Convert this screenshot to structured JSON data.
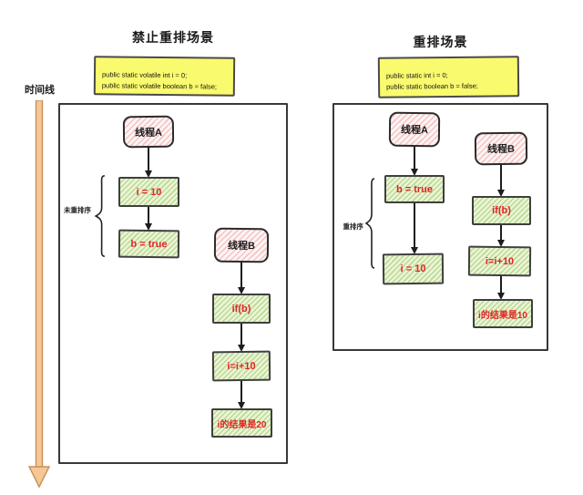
{
  "timeline": {
    "label": "时间线"
  },
  "panels": {
    "left": {
      "title": "禁止重排场景",
      "code_line1": "public static  volatile int i = 0;",
      "code_line2": "public static  volatile boolean b = false;",
      "bracket_label": "未重排序",
      "thread_a_label": "线程A",
      "thread_a_step1": "i = 10",
      "thread_a_step2": "b = true",
      "thread_b_label": "线程B",
      "thread_b_step1": "if(b)",
      "thread_b_step2": "i=i+10",
      "thread_b_step3": "i的结果是20"
    },
    "right": {
      "title": "重排场景",
      "code_line1": "public static  int i = 0;",
      "code_line2": "public static  boolean b = false;",
      "bracket_label": "重排序",
      "thread_a_label": "线程A",
      "thread_a_step1": "b = true",
      "thread_a_step2": "i = 10",
      "thread_b_label": "线程B",
      "thread_b_step1": "if(b)",
      "thread_b_step2": "i=i+10",
      "thread_b_step3": "i的结果是10"
    }
  },
  "colors": {
    "code_bg": "#fafa6e",
    "green_fill": "#ebf5d6",
    "green_hatch": "#bcd996",
    "pink_fill": "#fdf4f4",
    "pink_hatch": "#f5c3c3",
    "red_text": "#e02424",
    "timeline_fill": "#f6c796",
    "timeline_stroke": "#c89058",
    "line_color": "#1d1d1d"
  }
}
